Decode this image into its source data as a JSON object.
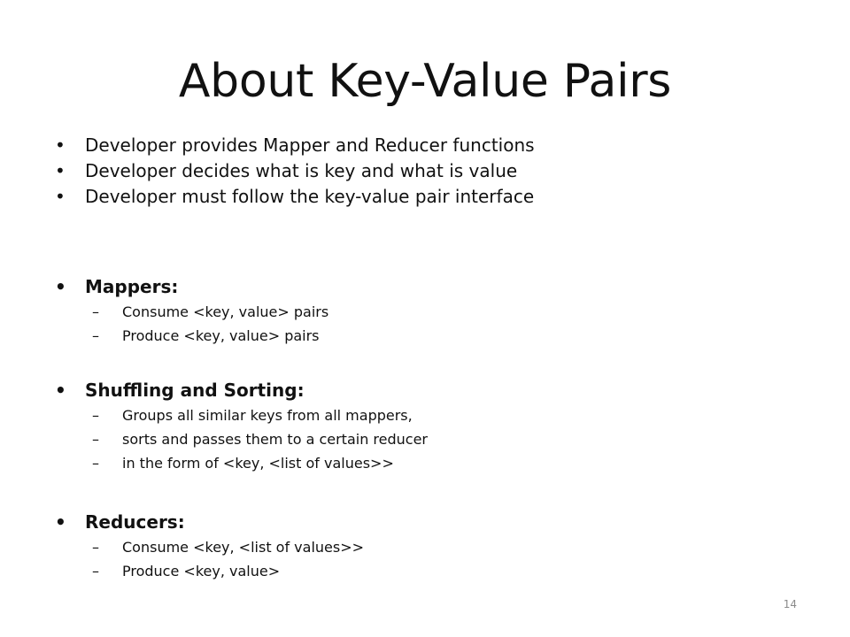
{
  "slide": {
    "title": "About Key-Value Pairs",
    "bullet_char": "•",
    "dash_char": "–",
    "intro_points": [
      "Developer provides Mapper and Reducer functions",
      "Developer decides what is key and what is value",
      "Developer must follow the key-value pair interface"
    ],
    "sections": [
      {
        "heading": "Mappers:",
        "items": [
          "Consume <key, value> pairs",
          "Produce <key, value> pairs"
        ]
      },
      {
        "heading": "Shuffling and Sorting:",
        "items": [
          "Groups all similar keys from all mappers,",
          "sorts and passes them to a certain reducer",
          "in the form of <key, <list of values>>"
        ]
      },
      {
        "heading": "Reducers:",
        "items": [
          "Consume <key, <list of values>>",
          "Produce <key, value>"
        ]
      }
    ],
    "page_number": "14"
  }
}
